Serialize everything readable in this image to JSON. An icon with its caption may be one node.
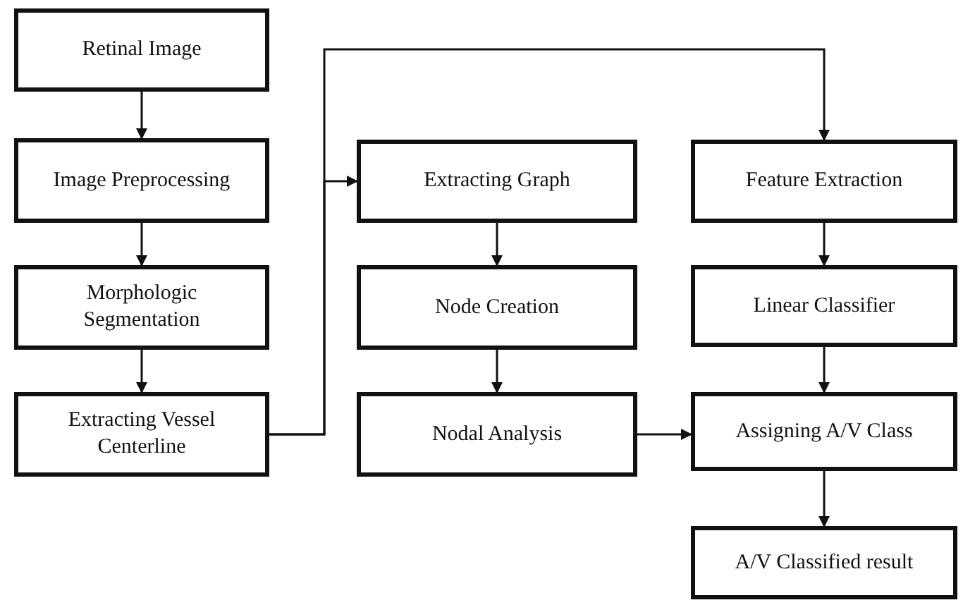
{
  "diagram": {
    "nodes": [
      {
        "text": [
          "Retinal Image"
        ]
      },
      {
        "text": [
          "Image Preprocessing"
        ]
      },
      {
        "text": [
          "Morphologic Segmentation"
        ]
      },
      {
        "text": [
          "Extracting Vessel Centerline"
        ]
      },
      {
        "text": [
          "Extracting Graph"
        ]
      },
      {
        "text": [
          "Node Creation"
        ]
      },
      {
        "text": [
          "Nodal Analysis"
        ]
      },
      {
        "text": [
          "Feature Extraction"
        ]
      },
      {
        "text": [
          "Linear Classifier"
        ]
      },
      {
        "text": [
          "Assigning A/V Class"
        ]
      },
      {
        "text": [
          "A/V Classified result"
        ]
      }
    ],
    "edges": [
      {
        "from": 0,
        "to": 1,
        "arrow": "to"
      },
      {
        "from": 1,
        "to": 2,
        "arrow": "to"
      },
      {
        "from": 2,
        "to": 3,
        "arrow": "to"
      },
      {
        "from": 3,
        "to": 4,
        "arrow": "to"
      },
      {
        "from": 3,
        "to": 7,
        "arrow": "to"
      },
      {
        "from": 4,
        "to": 5,
        "arrow": "to"
      },
      {
        "from": 5,
        "to": 6,
        "arrow": "to"
      },
      {
        "from": 6,
        "to": 9,
        "arrow": "to"
      },
      {
        "from": 7,
        "to": 8,
        "arrow": "to"
      },
      {
        "from": 8,
        "to": 9,
        "arrow": "to"
      },
      {
        "from": 9,
        "to": 10,
        "arrow": "to"
      }
    ]
  }
}
